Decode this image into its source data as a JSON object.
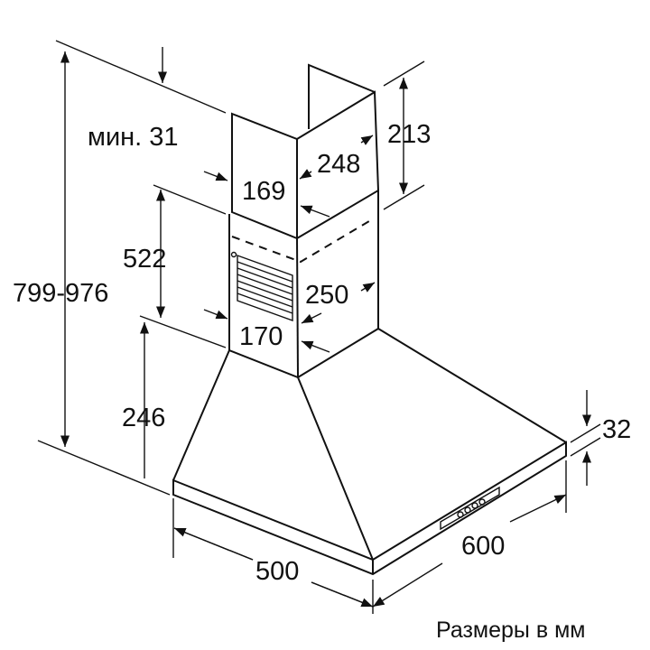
{
  "dimensions": {
    "min_31": "мин. 31",
    "total_height": "799-976",
    "lower_chimney_height": "522",
    "hood_height": "246",
    "upper_chimney_width": "169",
    "upper_chimney_depth": "248",
    "upper_chimney_height": "213",
    "lower_chimney_depth": "250",
    "lower_chimney_width": "170",
    "canopy_thickness": "32",
    "hood_depth": "500",
    "hood_width": "600"
  },
  "caption": "Размеры в мм",
  "colors": {
    "line": "#111111",
    "background": "#ffffff"
  }
}
